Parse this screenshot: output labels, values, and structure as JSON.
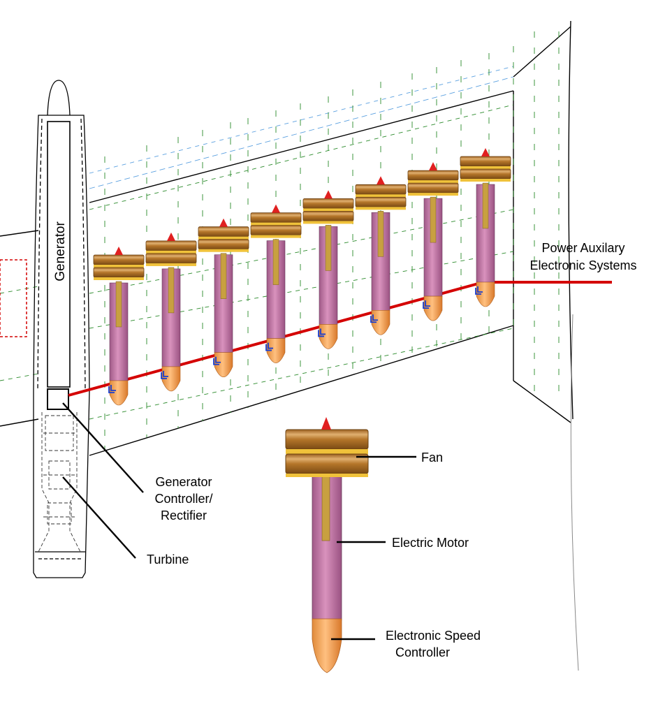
{
  "labels": {
    "generator": "Generator",
    "power_aux_line1": "Power Auxilary",
    "power_aux_line2": "Electronic Systems",
    "gen_ctrl_line1": "Generator",
    "gen_ctrl_line2": "Controller/",
    "gen_ctrl_line3": "Rectifier",
    "turbine": "Turbine",
    "fan": "Fan",
    "electric_motor": "Electric Motor",
    "esc_line1": "Electronic Speed",
    "esc_line2": "Controller"
  },
  "fan_units_count": 8,
  "colors": {
    "power_line": "#d40000",
    "motor": "#c77aa8",
    "fan": "#b5762a",
    "fan_band": "#f0c23a",
    "esc": "#f0a050",
    "nose_tip": "#e02020",
    "ground_icon": "#1a3fd0",
    "guide_green": "#2a8a2a",
    "guide_blue": "#5aa0e0"
  }
}
